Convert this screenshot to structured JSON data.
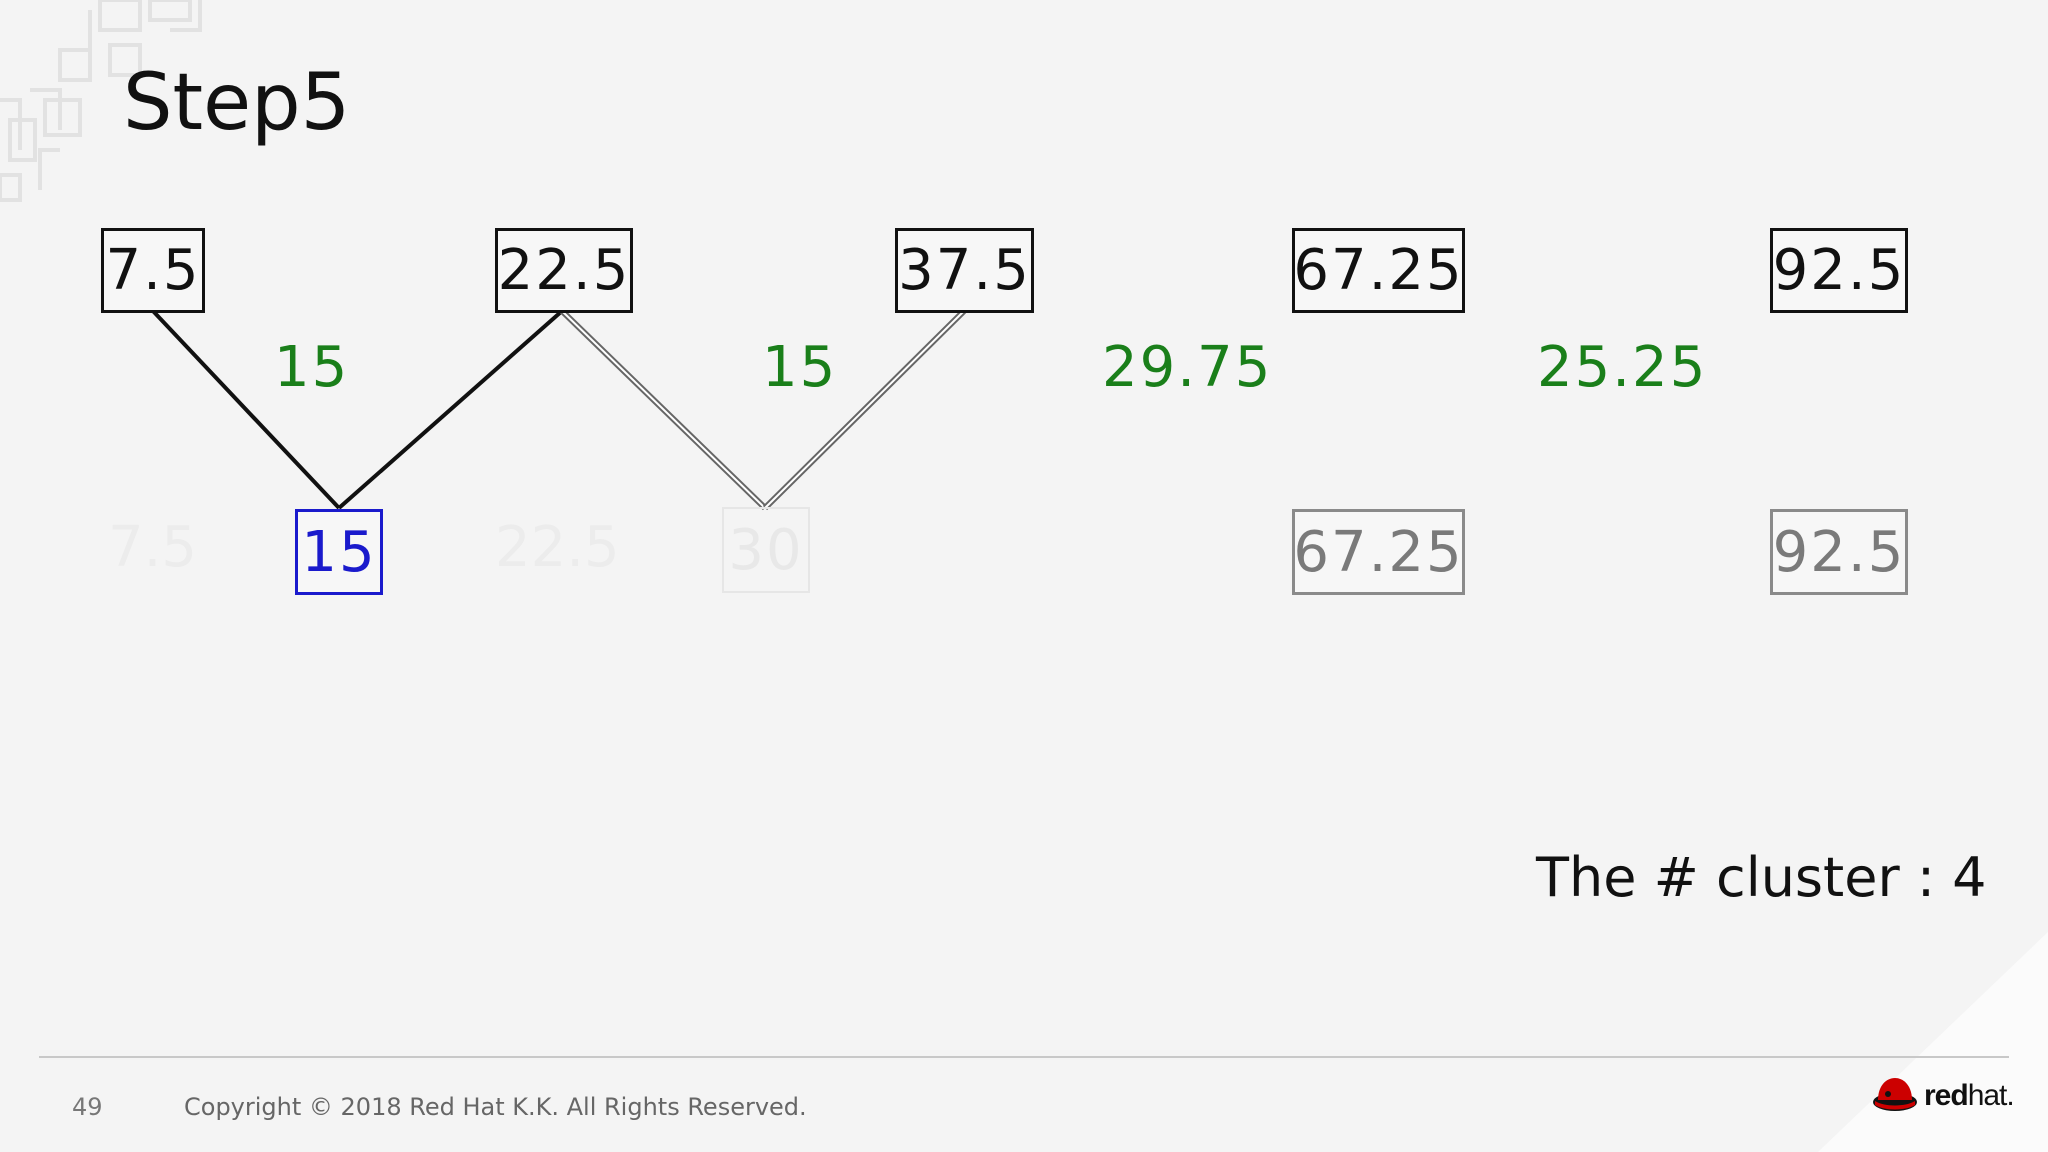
{
  "slide": {
    "title": "Step5",
    "top_row": [
      "7.5",
      "22.5",
      "37.5",
      "67.25",
      "92.5"
    ],
    "distances": [
      "15",
      "15",
      "29.75",
      "25.25"
    ],
    "bottom_row": {
      "merged_value": "15",
      "faded_left": "7.5",
      "faded_mid": "22.5",
      "ghost_box": "30",
      "gray_1": "67.25",
      "gray_2": "92.5"
    },
    "cluster_text": "The # cluster : 4"
  },
  "footer": {
    "page_number": "49",
    "copyright": "Copyright © 2018 Red Hat K.K. All Rights Reserved.",
    "logo_bold": "red",
    "logo_light": "hat."
  },
  "colors": {
    "distance": "#1a7f1a",
    "merged": "#1a1acc",
    "brand_red": "#cc0000"
  }
}
